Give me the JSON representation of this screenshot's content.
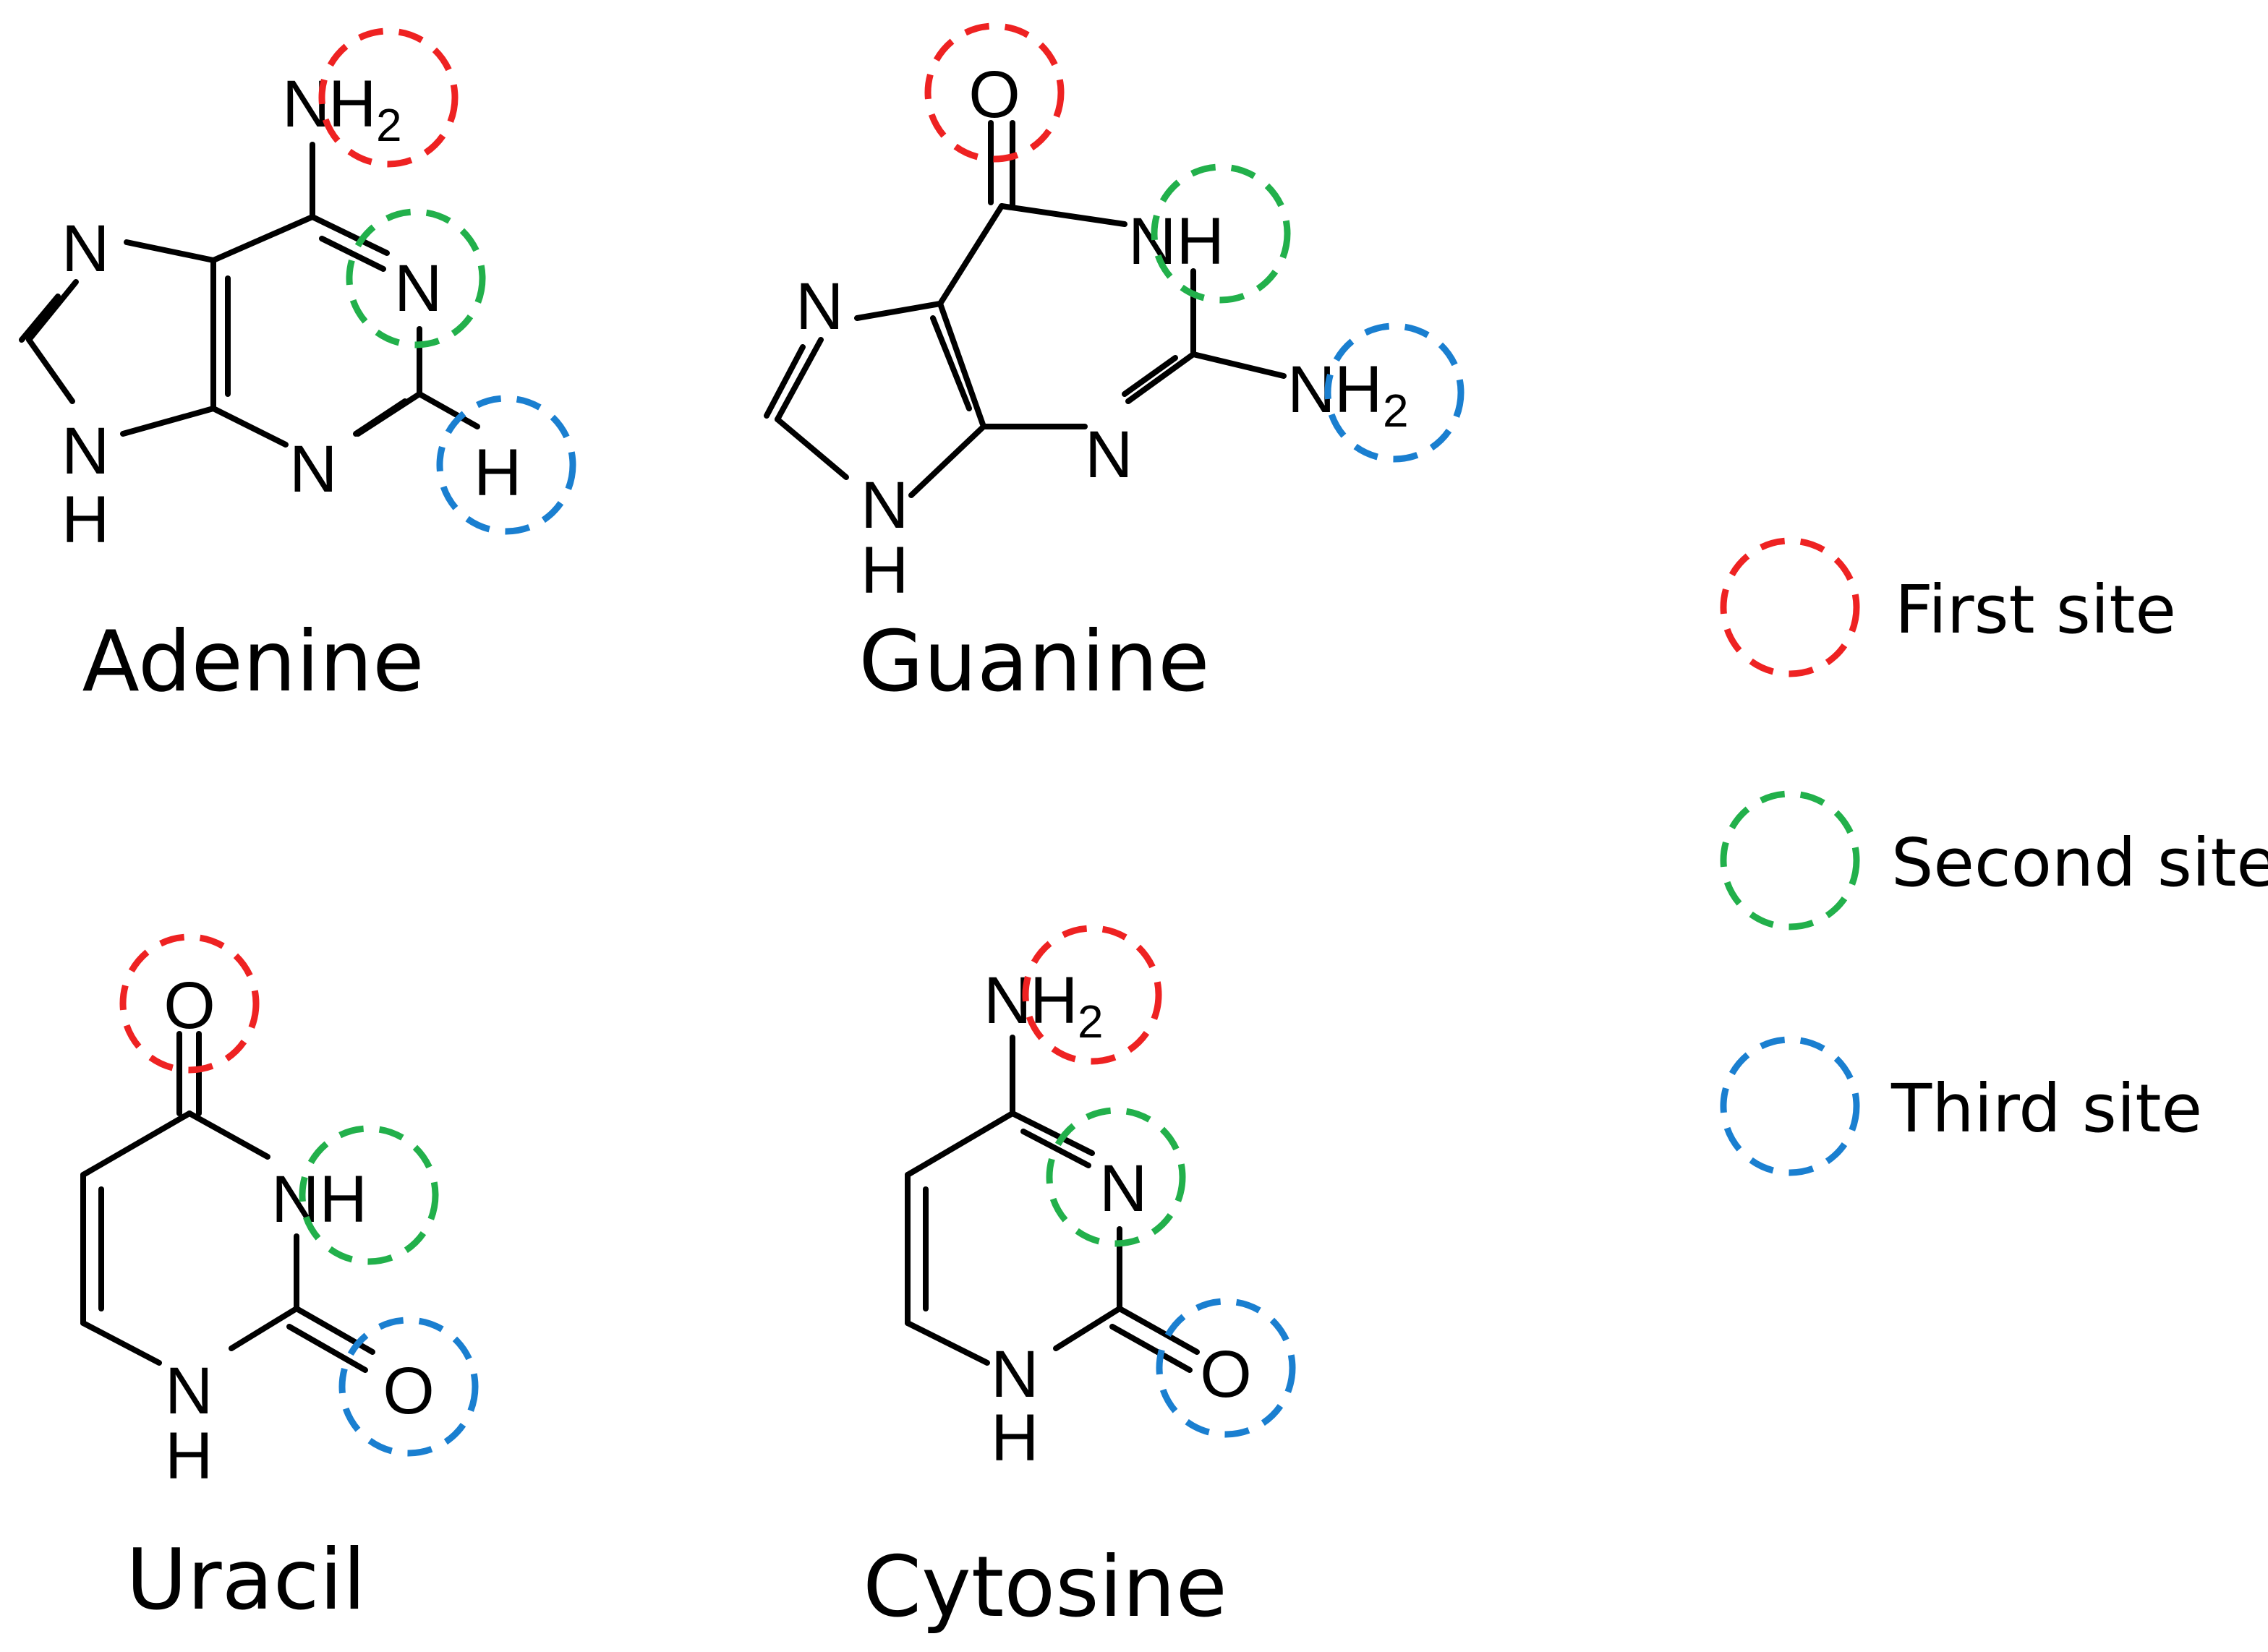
{
  "molecules": {
    "adenine": {
      "name": "Adenine",
      "atoms": {
        "nh2_n": "N",
        "nh2_h": "H",
        "nh2_sub": "2",
        "n1": "N",
        "n3": "N",
        "h2": "H",
        "n7": "N",
        "n9": "N",
        "n9_h": "H"
      }
    },
    "guanine": {
      "name": "Guanine",
      "atoms": {
        "o6": "O",
        "n1": "NH",
        "nh2_n": "N",
        "nh2_h": "H",
        "nh2_sub": "2",
        "n3": "N",
        "n7": "N",
        "n9": "N",
        "n9_h": "H"
      }
    },
    "uracil": {
      "name": "Uracil",
      "atoms": {
        "o4": "O",
        "n3": "NH",
        "o2": "O",
        "n1": "N",
        "n1_h": "H"
      }
    },
    "cytosine": {
      "name": "Cytosine",
      "atoms": {
        "nh2_n": "N",
        "nh2_h": "H",
        "nh2_sub": "2",
        "n3": "N",
        "o2": "O",
        "n1": "N",
        "n1_h": "H"
      }
    }
  },
  "legend": [
    {
      "label": "First site",
      "color": "#ee2222"
    },
    {
      "label": "Second site",
      "color": "#22b04b"
    },
    {
      "label": "Third site",
      "color": "#1a7fd0"
    }
  ]
}
